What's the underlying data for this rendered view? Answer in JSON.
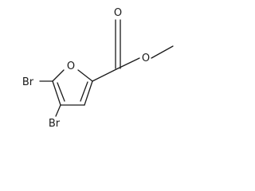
{
  "molecule": {
    "atoms": {
      "ring_oxygen": "O",
      "carbonyl_oxygen": "O",
      "ester_oxygen": "O",
      "bromine_upper": "Br",
      "bromine_lower": "Br"
    }
  },
  "colors": {
    "ink": "#1a1a1a",
    "background": "#ffffff"
  }
}
